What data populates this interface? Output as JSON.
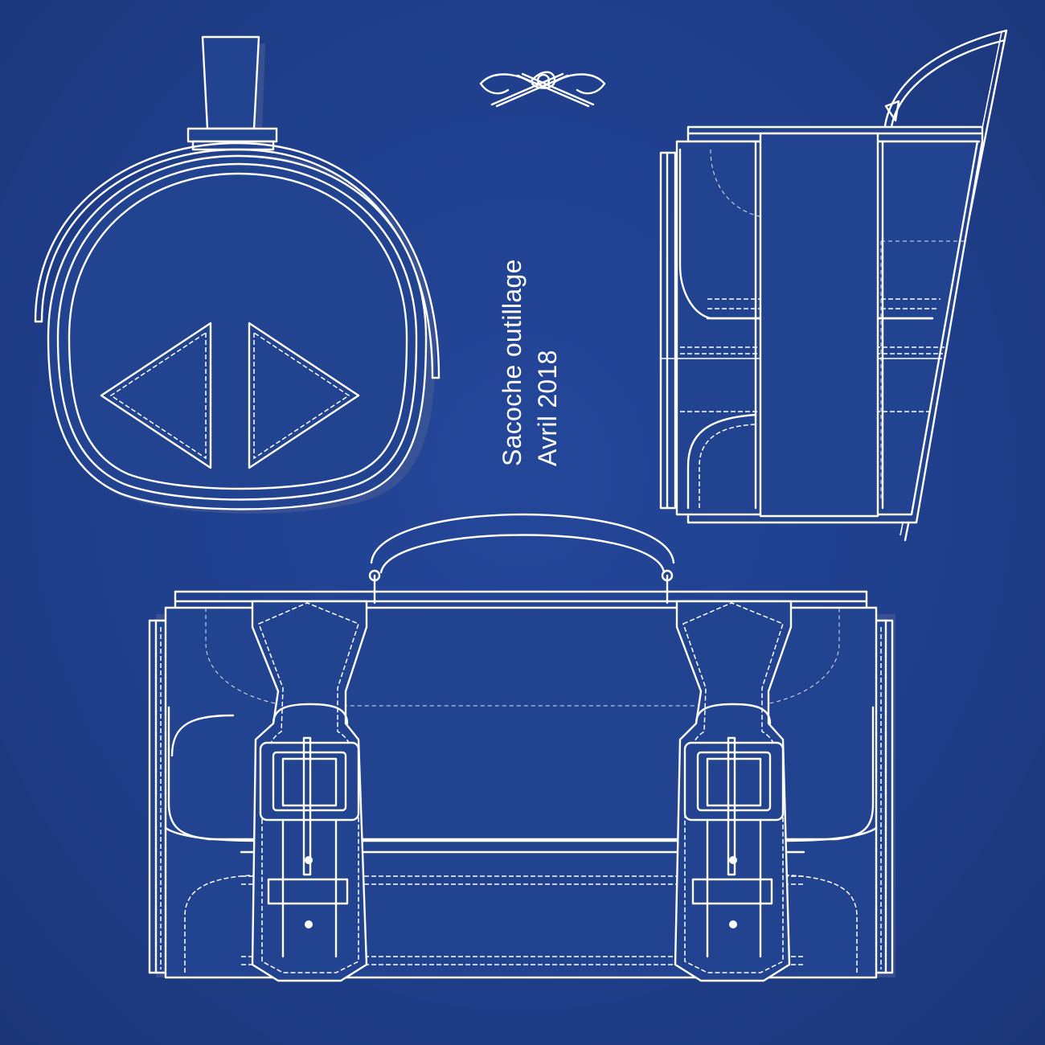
{
  "caption": {
    "title": "Sacoche outillage",
    "date": "Avril 2018"
  },
  "logo": {
    "icon": "crossed-needles-knot-logo"
  },
  "colors": {
    "background": "#1f3f8c",
    "line": "#ffffff",
    "shadow": "#4b5f96"
  }
}
